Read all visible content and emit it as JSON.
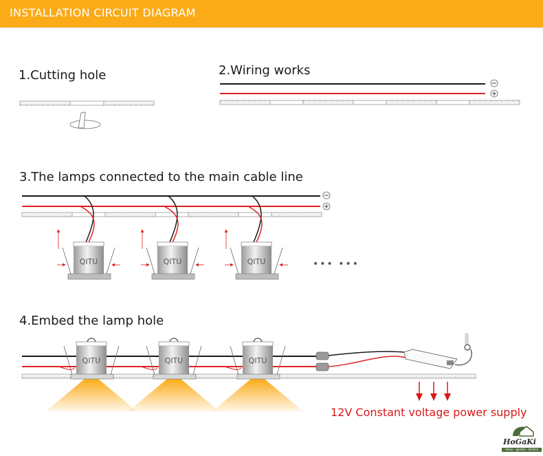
{
  "header": {
    "title": "INSTALLATION CIRCUIT DIAGRAM",
    "background_color": "#fbab18"
  },
  "steps": [
    {
      "number": 1,
      "title": "1.Cutting hole"
    },
    {
      "number": 2,
      "title": "2.Wiring works"
    },
    {
      "number": 3,
      "title": "3.The lamps connected to the main cable line"
    },
    {
      "number": 4,
      "title": "4.Embed the lamp hole"
    }
  ],
  "polarity": {
    "negative": "−",
    "positive": "+"
  },
  "lamp_label": "QITU",
  "ellipsis": "••• •••",
  "power_supply": {
    "caption": "12V Constant voltage power supply",
    "color": "#d81818"
  },
  "wire_colors": {
    "negative": "#1a1a1a",
    "positive": "#e02020"
  },
  "light_color": "#fbab18",
  "logo": {
    "name": "HoGaKi",
    "tagline": "Home - garden - kitchen"
  }
}
